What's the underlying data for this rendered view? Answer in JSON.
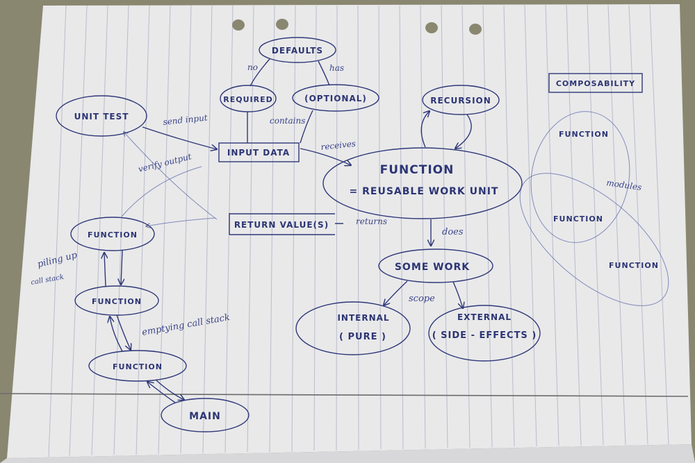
{
  "nodes": {
    "defaults": "DEFAULTS",
    "required": "REQUIRED",
    "optional": "(OPTIONAL)",
    "unit_test": "UNIT TEST",
    "input_data": "INPUT DATA",
    "recursion": "RECURSION",
    "composability": "COMPOSABILITY",
    "function_main_line1": "FUNCTION",
    "function_main_line2": "= REUSABLE WORK UNIT",
    "return_values": "RETURN VALUE(S)",
    "function_stack_1": "FUNCTION",
    "function_stack_2": "FUNCTION",
    "function_stack_3": "FUNCTION",
    "main": "MAIN",
    "some_work": "SOME WORK",
    "internal_line1": "INTERNAL",
    "internal_line2": "( PURE )",
    "external_line1": "EXTERNAL",
    "external_line2": "( SIDE - EFFECTS )",
    "comp_function_1": "FUNCTION",
    "comp_function_2": "FUNCTION",
    "comp_function_3": "FUNCTION"
  },
  "edge_labels": {
    "no": "no",
    "has": "has",
    "contains": "contains",
    "send_input": "send input",
    "verify_output": "verify output",
    "receives": "receives",
    "returns": "returns",
    "does": "does",
    "scope": "scope",
    "piling_up_1": "piling up",
    "piling_up_2": "call stack",
    "emptying": "emptying call stack",
    "modules": "modules"
  },
  "colors": {
    "paper": "#e9e9ea",
    "ink": "#2c3574",
    "rule_line": "#b9bccb",
    "margin_line": "#6b6b6b",
    "background": "#8a8770"
  }
}
